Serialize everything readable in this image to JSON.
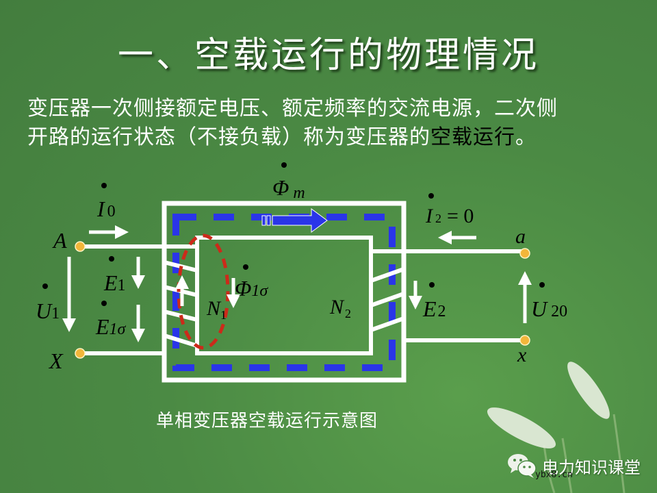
{
  "slide": {
    "title": "一、空载运行的物理情况",
    "paragraph": {
      "line1": "变压器一次侧接额定电压、额定频率的交流电源，二次侧",
      "line2_prefix": "开路的运行状态（不接负载）称为变压器的",
      "line2_highlight": "空载运行",
      "line2_suffix": "。"
    },
    "caption": "单相变压器空载运行示意图"
  },
  "diagram": {
    "labels": {
      "terminal_A": "A",
      "terminal_X": "X",
      "terminal_a": "a",
      "terminal_x": "x",
      "I0_main": "I",
      "I0_sub": "0",
      "U1_main": "U",
      "U1_sub": "1",
      "E1_main": "E",
      "E1_sub": "1",
      "E1s_main": "E",
      "E1s_sub": "1σ",
      "Phim_main": "Φ",
      "Phim_sub": "m",
      "Phi1s_main": "Φ",
      "Phi1s_sub": "1σ",
      "N1_main": "N",
      "N1_sub": "1",
      "N2_main": "N",
      "N2_sub": "2",
      "I2_main": "I",
      "I2_sub": "2",
      "I2_eq": "= 0",
      "E2_main": "E",
      "E2_sub": "2",
      "U20_main": "U",
      "U20_sub": "20"
    },
    "colors": {
      "core": "#ffffff",
      "main_flux": "#2a35e8",
      "leakage_flux": "#cc2a1a",
      "terminal": "#f2b63a",
      "background": "#4b8a44"
    }
  },
  "watermark": {
    "icon": "wechat-icon",
    "label": "电力知识课堂",
    "url": "ybx8.cn"
  }
}
